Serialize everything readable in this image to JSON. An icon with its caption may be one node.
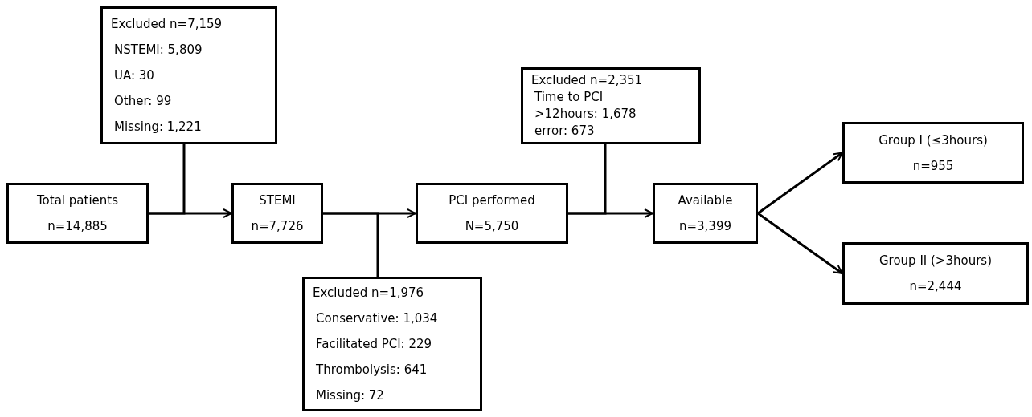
{
  "diagram": {
    "nodes": [
      {
        "text": [
          "Total patients",
          "n=14,885"
        ]
      },
      {
        "text": [
          "Excluded n=7,159",
          "NSTEMI: 5,809",
          "UA: 30",
          "Other: 99",
          "Missing: 1,221"
        ]
      },
      {
        "text": [
          "STEMI",
          "n=7,726"
        ]
      },
      {
        "text": [
          "Excluded n=1,976",
          "Conservative: 1,034",
          "Facilitated PCI: 229",
          "Thrombolysis: 641",
          "Missing: 72"
        ]
      },
      {
        "text": [
          "PCI performed",
          "N=5,750"
        ]
      },
      {
        "text": [
          "Excluded n=2,351",
          "Time to PCI >12hours: 1,678",
          "error: 673"
        ]
      },
      {
        "text": [
          "Available",
          "n=3,399"
        ]
      },
      {
        "text": [
          "Group I (≤3hours)",
          "n=955"
        ]
      },
      {
        "text": [
          "Group II (>3hours)",
          "n=2,444"
        ]
      }
    ],
    "edges": [
      {
        "from": 0,
        "to": 2,
        "arrow": "to"
      },
      {
        "from": 0,
        "to": 1,
        "arrow": "none"
      },
      {
        "from": 2,
        "to": 4,
        "arrow": "to"
      },
      {
        "from": 2,
        "to": 3,
        "arrow": "none"
      },
      {
        "from": 4,
        "to": 6,
        "arrow": "to"
      },
      {
        "from": 4,
        "to": 5,
        "arrow": "none"
      },
      {
        "from": 6,
        "to": 7,
        "arrow": "to"
      },
      {
        "from": 6,
        "to": 8,
        "arrow": "to"
      }
    ]
  }
}
